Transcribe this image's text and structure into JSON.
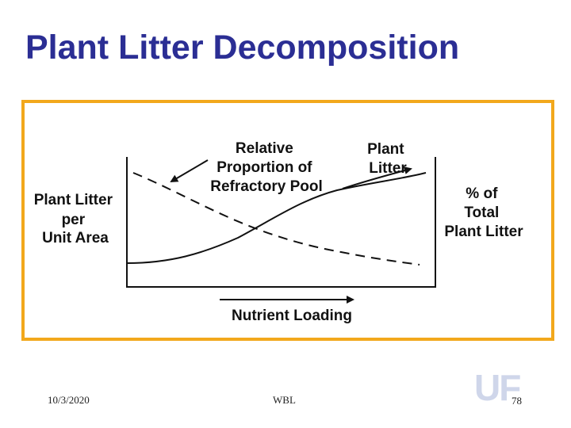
{
  "slide": {
    "title": "Plant Litter Decomposition"
  },
  "diagram": {
    "y_axis_left_label": [
      "Plant Litter",
      "per",
      "Unit Area"
    ],
    "y_axis_right_label": [
      "% of",
      "Total",
      "Plant Litter"
    ],
    "x_axis_label": "Nutrient Loading",
    "curve_labels": {
      "refractory_pool": [
        "Relative",
        "Proportion of",
        "Refractory Pool"
      ],
      "plant_litter": [
        "Plant",
        "Litter"
      ]
    },
    "colors": {
      "frame_border": "#f2a81c",
      "title": "#2b2e94",
      "lines": "#111111"
    }
  },
  "footer": {
    "date": "10/3/2020",
    "author": "WBL",
    "page_number": "78",
    "logo_text": "UF"
  }
}
